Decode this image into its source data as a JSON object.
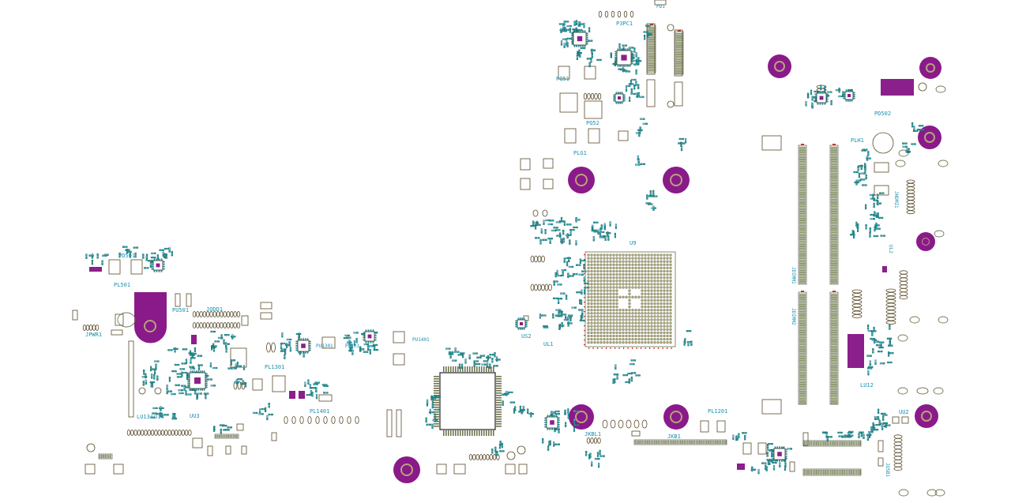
{
  "labels": [
    {
      "id": "p3pc1",
      "text": "P3PC1"
    },
    {
      "id": "pd1",
      "text": "PD1"
    },
    {
      "id": "pq51",
      "text": "PQ51"
    },
    {
      "id": "pq52",
      "text": "PQ52"
    },
    {
      "id": "plg1",
      "text": "PLG1"
    },
    {
      "id": "pl501",
      "text": "PL501"
    },
    {
      "id": "pd501",
      "text": "PD501"
    },
    {
      "id": "pu501",
      "text": "PU501"
    },
    {
      "id": "jpwr1",
      "text": "JPWR1"
    },
    {
      "id": "jodd1",
      "text": "JODD1"
    },
    {
      "id": "lu13",
      "text": "LU13"
    },
    {
      "id": "lu14",
      "text": "LU14"
    },
    {
      "id": "uu3",
      "text": "UU3"
    },
    {
      "id": "pl1301",
      "text": "PL1301"
    },
    {
      "id": "pu1301",
      "text": "PU1301"
    },
    {
      "id": "pl1401",
      "text": "PL1401"
    },
    {
      "id": "pu1401",
      "text": "PU1401"
    },
    {
      "id": "pl101",
      "text": "PL101"
    },
    {
      "id": "ul1",
      "text": "UL1"
    },
    {
      "id": "u9",
      "text": "U9"
    },
    {
      "id": "us2",
      "text": "US2"
    },
    {
      "id": "jkb1",
      "text": "JKB1"
    },
    {
      "id": "jkbl1",
      "text": "JKBL1"
    },
    {
      "id": "pl1201",
      "text": "PL1201"
    },
    {
      "id": "jdimm1",
      "text": "JDIMM1"
    },
    {
      "id": "jdimm2",
      "text": "JDIMM2"
    },
    {
      "id": "pd502",
      "text": "PD502"
    },
    {
      "id": "plh1",
      "text": "PLH1"
    },
    {
      "id": "jhdmi1",
      "text": "JHDMI1"
    },
    {
      "id": "lu12",
      "text": "LU12"
    },
    {
      "id": "uu2",
      "text": "UU2"
    },
    {
      "id": "jusb1",
      "text": "JUSB1"
    },
    {
      "id": "ul2",
      "text": "UL2"
    }
  ],
  "colors": {
    "background": "#ffffff",
    "pad": "#2aa6a8",
    "label": "#1a8fb0",
    "mounting_hole": "#8a1a8a",
    "outline": "#5a4a2a",
    "bga": "#a9a77e"
  }
}
